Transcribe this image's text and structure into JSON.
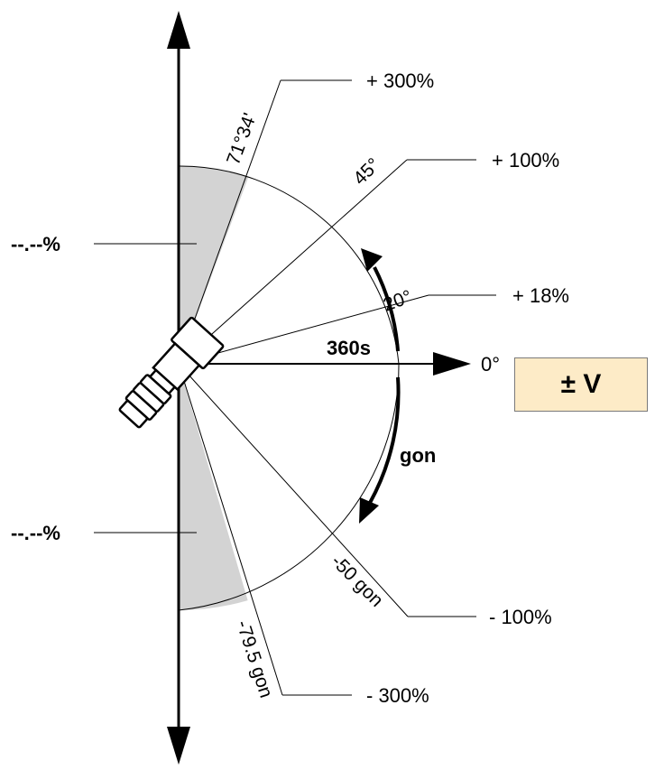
{
  "labels": {
    "plus_300": "+ 300%",
    "plus_100": "+ 100%",
    "plus_18": "+ 18%",
    "zero_deg": "0°",
    "minus_100": "- 100%",
    "minus_300": "- 300%",
    "upper_blank": "--.--%",
    "lower_blank": "--.--%"
  },
  "angles": {
    "a71": "71°34'",
    "a45": "45°",
    "a20": "20°",
    "g50": "-50 gon",
    "g79": "-79.5 gon"
  },
  "units": {
    "s360": "360s",
    "gon": "gon"
  },
  "value_box": "± V",
  "colors": {
    "shade": "#d3d3d3",
    "box_fill": "#fdebc7"
  }
}
